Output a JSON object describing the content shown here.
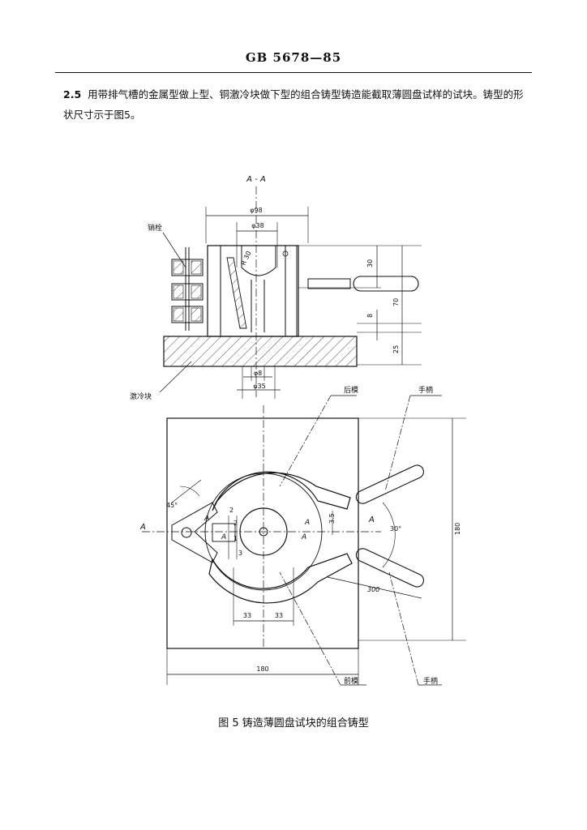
{
  "header": {
    "standard": "GB 5678—85"
  },
  "paragraph": {
    "number": "2.5",
    "text": "用带排气槽的金属型做上型、铜激冷块做下型的组合铸型铸造能截取薄圆盘试样的试块。铸型的形状尺寸示于图5。"
  },
  "section_view": {
    "title": "A - A",
    "dim_phi98": "φ98",
    "dim_phi38": "φ38",
    "dim_r30": "R 30",
    "dim_30": "30",
    "dim_8": "8",
    "dim_70": "70",
    "dim_25": "25",
    "dim_phi8": "φ8",
    "dim_phi35": "φ35",
    "label_pin": "销栓",
    "label_chill": "激冷块"
  },
  "plan_view": {
    "label_rear_mold": "后模",
    "label_front_mold": "前模",
    "label_handle_top": "手柄",
    "label_handle_bottom": "手柄",
    "dim_45": "45°",
    "dim_2a": "2",
    "dim_2b": "2",
    "dim_1": "1",
    "dim_3": "3",
    "dim_35": "3.5",
    "dim_30deg": "30°",
    "dim_300": "300",
    "dim_180_right": "180",
    "dim_180_bottom": "180",
    "dim_33a": "33",
    "dim_33b": "33",
    "section_A": "A",
    "section_A_right": "A"
  },
  "caption": "图 5   铸造薄圆盘试块的组合铸型"
}
